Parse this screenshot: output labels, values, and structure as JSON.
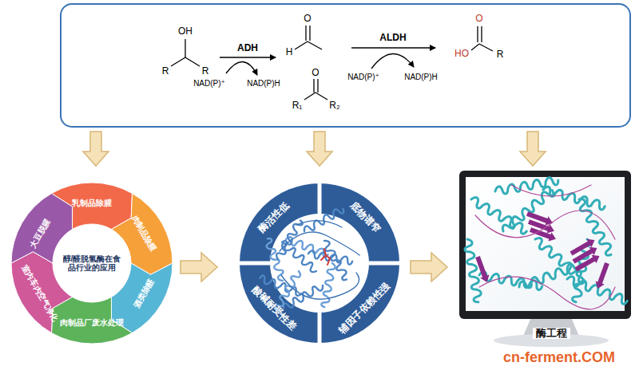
{
  "diagram": {
    "nodes": [
      {
        "text": [
          "乳制品除腥"
        ]
      },
      {
        "text": [
          "肉制品除腥"
        ]
      },
      {
        "text": [
          "酒类除醛"
        ]
      },
      {
        "text": [
          "肉制品厂废水处理"
        ]
      },
      {
        "text": [
          "室内车内空气净化"
        ]
      },
      {
        "text": [
          "大豆脱腥"
        ]
      },
      {
        "text": [
          "醇/醛脱氢酶在食品行业的应用"
        ]
      },
      {
        "text": [
          "酶活性低"
        ]
      },
      {
        "text": [
          "底物谱窄"
        ]
      },
      {
        "text": [
          "酸碱耐受性差"
        ]
      },
      {
        "text": [
          "辅因子依赖性强"
        ]
      },
      {
        "text": [
          "酶工程"
        ]
      }
    ],
    "labels": [
      "OH",
      "R",
      "R",
      "ADH",
      "NAD(P)⁺",
      "NAD(P)H",
      "H",
      "O",
      "O",
      "R₁",
      "R₂",
      "ALDH",
      "NAD(P)⁺",
      "NAD(P)H",
      "O",
      "HO",
      "R",
      "cn-ferment.COM"
    ]
  }
}
